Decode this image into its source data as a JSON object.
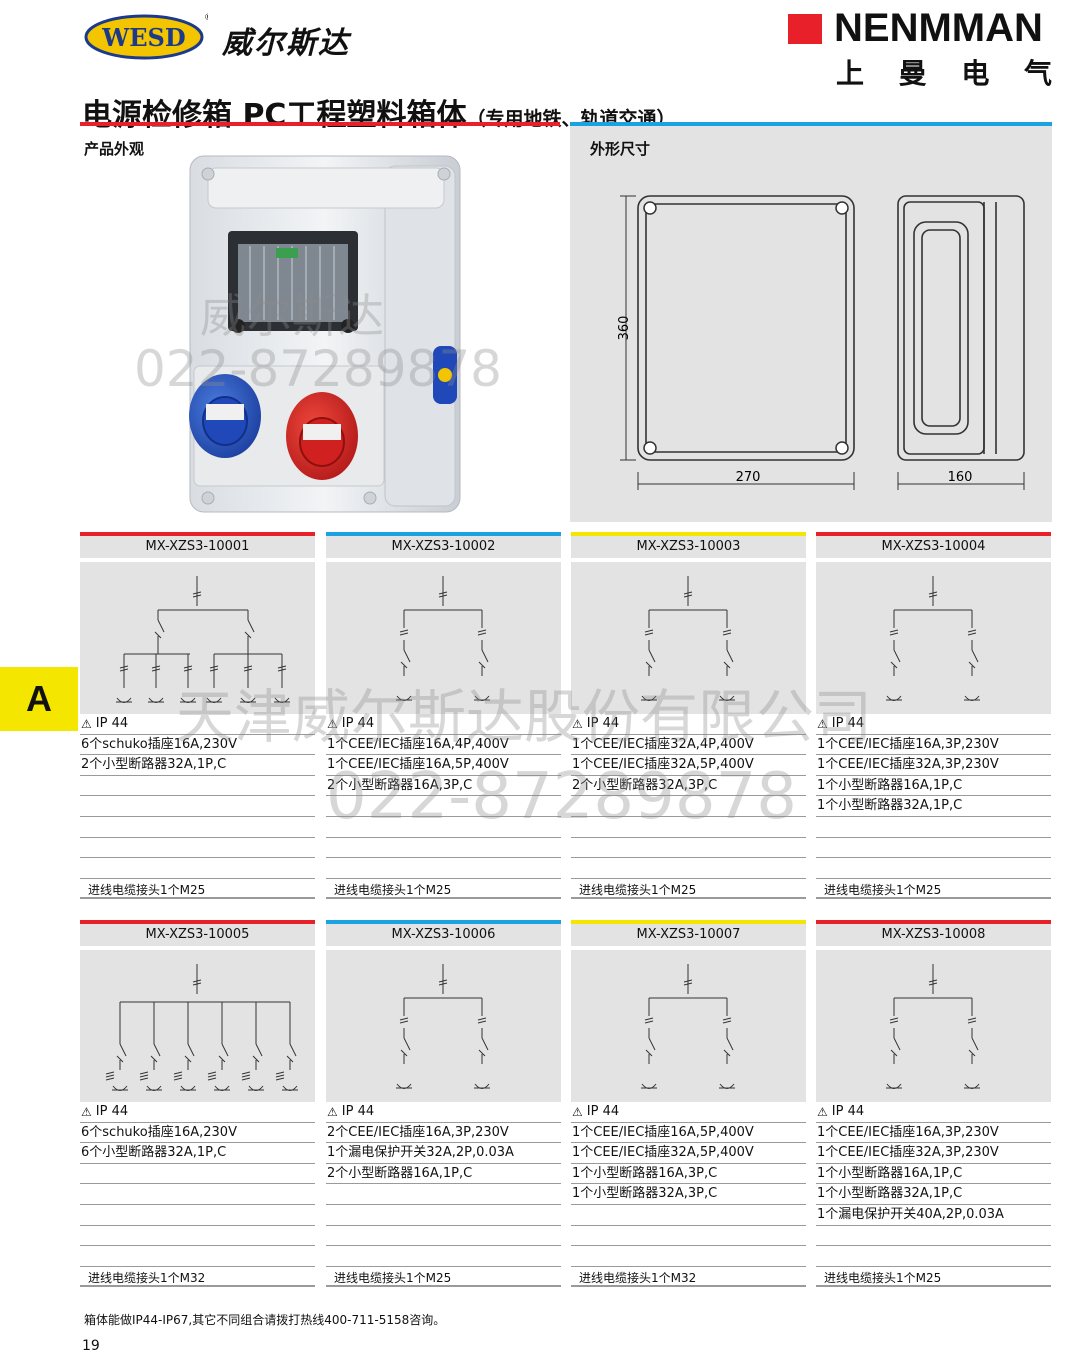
{
  "header": {
    "wesd_logo_text": "WESD",
    "wesd_reg": "®",
    "wesd_cn": "威尔斯达",
    "nenmman_name": "NENMMAN",
    "nenmman_cn": [
      "上",
      "曼",
      "电",
      "气"
    ]
  },
  "title": {
    "main": "电源检修箱 PC工程塑料箱体",
    "sub": "（专用地铁、轨道交通）"
  },
  "photo_panel": {
    "label": "产品外观"
  },
  "dimension_panel": {
    "label": "外形尺寸",
    "height": "360",
    "width": "270",
    "depth": "160"
  },
  "side_tab": "A",
  "ip_label": "IP 44",
  "colors": {
    "red": "#e8202a",
    "blue": "#1aa3e0",
    "yellow": "#f5e600",
    "grey": "#e3e3e3"
  },
  "products": [
    {
      "model": "MX-XZS3-10001",
      "color": "#e8202a",
      "specs": [
        "6个schuko插座16A,230V",
        "2个小型断路器32A,1P,C",
        "",
        "",
        "",
        "",
        ""
      ],
      "cable": "进线电缆接头1个M25"
    },
    {
      "model": "MX-XZS3-10002",
      "color": "#1aa3e0",
      "specs": [
        "1个CEE/IEC插座16A,4P,400V",
        "1个CEE/IEC插座16A,5P,400V",
        "2个小型断路器16A,3P,C",
        "",
        "",
        "",
        ""
      ],
      "cable": "进线电缆接头1个M25"
    },
    {
      "model": "MX-XZS3-10003",
      "color": "#f5e600",
      "specs": [
        "1个CEE/IEC插座32A,4P,400V",
        "1个CEE/IEC插座32A,5P,400V",
        "2个小型断路器32A,3P,C",
        "",
        "",
        "",
        ""
      ],
      "cable": "进线电缆接头1个M25"
    },
    {
      "model": "MX-XZS3-10004",
      "color": "#e8202a",
      "specs": [
        "1个CEE/IEC插座16A,3P,230V",
        "1个CEE/IEC插座32A,3P,230V",
        "1个小型断路器16A,1P,C",
        "1个小型断路器32A,1P,C",
        "",
        "",
        ""
      ],
      "cable": "进线电缆接头1个M25"
    },
    {
      "model": "MX-XZS3-10005",
      "color": "#e8202a",
      "specs": [
        "6个schuko插座16A,230V",
        "6个小型断路器32A,1P,C",
        "",
        "",
        "",
        "",
        ""
      ],
      "cable": "进线电缆接头1个M32"
    },
    {
      "model": "MX-XZS3-10006",
      "color": "#1aa3e0",
      "specs": [
        "2个CEE/IEC插座16A,3P,230V",
        "1个漏电保护开关32A,2P,0.03A",
        "2个小型断路器16A,1P,C",
        "",
        "",
        "",
        ""
      ],
      "cable": "进线电缆接头1个M25"
    },
    {
      "model": "MX-XZS3-10007",
      "color": "#f5e600",
      "specs": [
        "1个CEE/IEC插座16A,5P,400V",
        "1个CEE/IEC插座32A,5P,400V",
        "1个小型断路器16A,3P,C",
        "1个小型断路器32A,3P,C",
        "",
        "",
        ""
      ],
      "cable": "进线电缆接头1个M32"
    },
    {
      "model": "MX-XZS3-10008",
      "color": "#e8202a",
      "specs": [
        "1个CEE/IEC插座16A,3P,230V",
        "1个CEE/IEC插座32A,3P,230V",
        "1个小型断路器16A,1P,C",
        "1个小型断路器32A,1P,C",
        "1个漏电保护开关40A,2P,0.03A",
        "",
        ""
      ],
      "cable": "进线电缆接头1个M25"
    }
  ],
  "footnote": "箱体能做IP44-IP67,其它不同组合请拨打热线400-711-5158咨询。",
  "page_number": "19",
  "watermark": {
    "company": "天津威尔斯达股份有限公司",
    "phone": "022-87289878",
    "brand": "威尔斯达"
  }
}
